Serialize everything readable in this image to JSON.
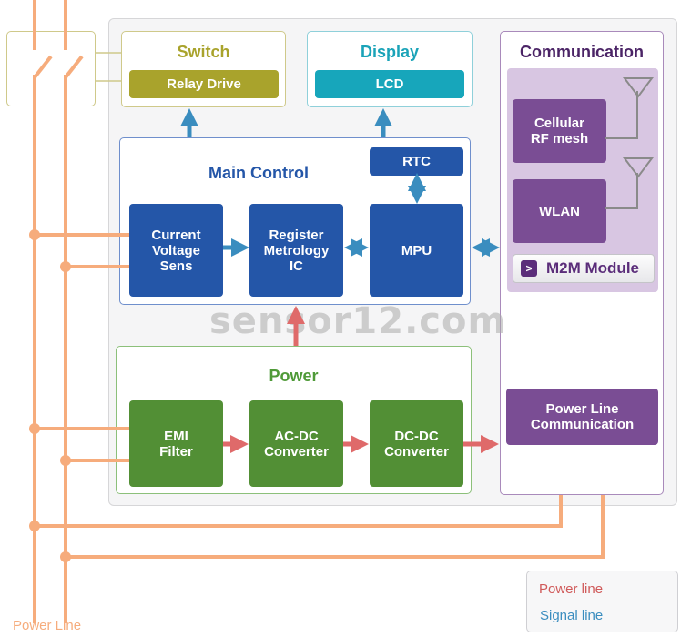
{
  "colors": {
    "power_wire": "#f6ac7c",
    "power_arrow": "#df6a6a",
    "signal_arrow": "#3a8dbf",
    "main_control": "#2456a8",
    "power_group": "#528f35",
    "communication": "#7a4d94",
    "switch": "#a9a32c",
    "display": "#17a6bb"
  },
  "switch_group": {
    "title": "Switch",
    "block": "Relay Drive"
  },
  "display_group": {
    "title": "Display",
    "block": "LCD"
  },
  "communication_group": {
    "title": "Communication",
    "blocks": [
      "Cellular\nRF mesh",
      "WLAN"
    ],
    "m2m_icon": "chevron-right-icon",
    "m2m_label": "M2M Module",
    "plc_block": "Power Line\nCommunication"
  },
  "main_control_group": {
    "title": "Main Control",
    "blocks": {
      "sensing": "Current\nVoltage\nSens",
      "metrology": "Register\nMetrology\nIC",
      "mpu": "MPU",
      "rtc": "RTC"
    }
  },
  "power_group": {
    "title": "Power",
    "blocks": [
      "EMI\nFilter",
      "AC-DC\nConverter",
      "DC-DC\nConverter"
    ]
  },
  "power_line_label": "Power Line",
  "watermark": "sensor12.com",
  "legend": {
    "items": [
      {
        "label": "Power line",
        "color": "#df6a6a"
      },
      {
        "label": "Signal line",
        "color": "#3a8dbf"
      }
    ]
  }
}
